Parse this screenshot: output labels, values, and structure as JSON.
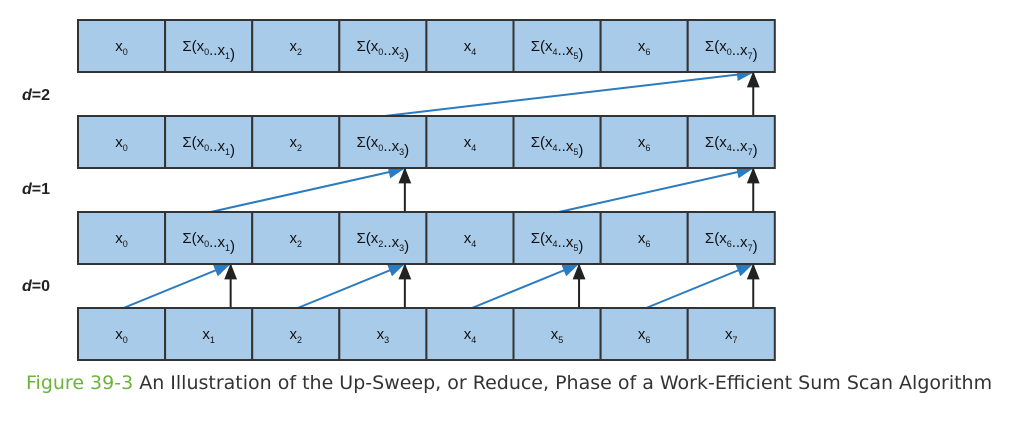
{
  "diagram": {
    "rows": [
      [
        {
          "base": "x",
          "sub": "0"
        },
        {
          "base": "Σ(x",
          "sub": "0",
          "mid": "..x",
          "sub2": "1",
          "tail": ")"
        },
        {
          "base": "x",
          "sub": "2"
        },
        {
          "base": "Σ(x",
          "sub": "0",
          "mid": "..x",
          "sub2": "3",
          "tail": ")"
        },
        {
          "base": "x",
          "sub": "4"
        },
        {
          "base": "Σ(x",
          "sub": "4",
          "mid": "..x",
          "sub2": "5",
          "tail": ")"
        },
        {
          "base": "x",
          "sub": "6"
        },
        {
          "base": "Σ(x",
          "sub": "0",
          "mid": "..x",
          "sub2": "7",
          "tail": ")"
        }
      ],
      [
        {
          "base": "x",
          "sub": "0"
        },
        {
          "base": "Σ(x",
          "sub": "0",
          "mid": "..x",
          "sub2": "1",
          "tail": ")"
        },
        {
          "base": "x",
          "sub": "2"
        },
        {
          "base": "Σ(x",
          "sub": "0",
          "mid": "..x",
          "sub2": "3",
          "tail": ")"
        },
        {
          "base": "x",
          "sub": "4"
        },
        {
          "base": "Σ(x",
          "sub": "4",
          "mid": "..x",
          "sub2": "5",
          "tail": ")"
        },
        {
          "base": "x",
          "sub": "6"
        },
        {
          "base": "Σ(x",
          "sub": "4",
          "mid": "..x",
          "sub2": "7",
          "tail": ")"
        }
      ],
      [
        {
          "base": "x",
          "sub": "0"
        },
        {
          "base": "Σ(x",
          "sub": "0",
          "mid": "..x",
          "sub2": "1",
          "tail": ")"
        },
        {
          "base": "x",
          "sub": "2"
        },
        {
          "base": "Σ(x",
          "sub": "2",
          "mid": "..x",
          "sub2": "3",
          "tail": ")"
        },
        {
          "base": "x",
          "sub": "4"
        },
        {
          "base": "Σ(x",
          "sub": "4",
          "mid": "..x",
          "sub2": "5",
          "tail": ")"
        },
        {
          "base": "x",
          "sub": "6"
        },
        {
          "base": "Σ(x",
          "sub": "6",
          "mid": "..x",
          "sub2": "7",
          "tail": ")"
        }
      ],
      [
        {
          "base": "x",
          "sub": "0"
        },
        {
          "base": "x",
          "sub": "1"
        },
        {
          "base": "x",
          "sub": "2"
        },
        {
          "base": "x",
          "sub": "3"
        },
        {
          "base": "x",
          "sub": "4"
        },
        {
          "base": "x",
          "sub": "5"
        },
        {
          "base": "x",
          "sub": "6"
        },
        {
          "base": "x",
          "sub": "7"
        }
      ]
    ],
    "level_labels": [
      {
        "var": "d",
        "eq": "=",
        "num": "2"
      },
      {
        "var": "d",
        "eq": "=",
        "num": "1"
      },
      {
        "var": "d",
        "eq": "=",
        "num": "0"
      }
    ],
    "colors": {
      "cell_fill": "#a8cbea",
      "cell_border": "#333333",
      "arrow_blue": "#2b7bc0",
      "arrow_black": "#222222",
      "figure_number": "#6ab43e"
    }
  },
  "caption": {
    "figure_number": "Figure 39-3",
    "text": " An Illustration of the Up-Sweep, or Reduce, Phase of a Work-Efficient Sum Scan Algorithm"
  }
}
